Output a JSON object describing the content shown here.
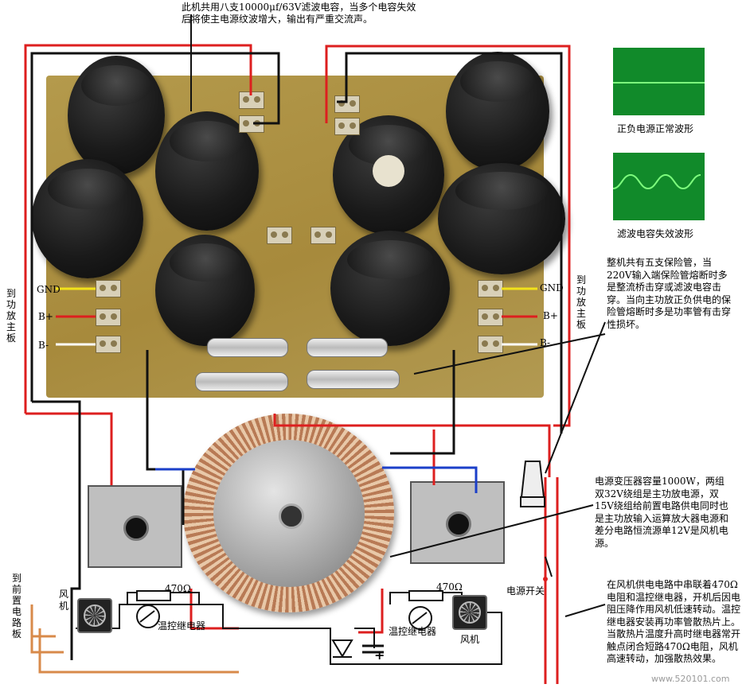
{
  "annotations": {
    "capacitor_note": "此机共用八支10000μf/63V滤波电容，当多个电容失效后将使主电源纹波增大，输出有严重交流声。",
    "normal_waveform": "正负电源正常波形",
    "failed_waveform": "滤波电容失效波形",
    "fuse_note": "整机共有五支保险管，当220V输入端保险管熔断时多是整流桥击穿或滤波电容击穿。当向主功放正负供电的保险管熔断时多是功率管有击穿性损坏。",
    "transformer_note": "电源变压器容量1000W，两组双32V绕组是主功放电源，双15V绕组给前置电路供电同时也是主功放输入运算放大器电源和差分电路恒流源单12V是风机电源。",
    "fan_note": "在风机供电电路中串联着470Ω电阻和温控继电器，开机后因电阻压降作用风机低速转动。温控继电器安装再功率管散热片上。当散热片温度升高时继电器常开触点闭合短路470Ω电阻，风机高速转动，加强散热效果。"
  },
  "labels": {
    "to_amp_left": "到功放主板",
    "to_amp_right": "到功放主板",
    "to_preamp": "到前置电路板",
    "gnd_left": "GND",
    "bplus_left": "B+",
    "bminus_left": "B-",
    "gnd_right": "GND",
    "bplus_right": "B+",
    "bminus_right": "B-",
    "fan_left": "风机",
    "fan_right": "风机",
    "relay_left": "温控继电器",
    "relay_right": "温控继电器",
    "resistor_left": "470Ω",
    "resistor_right": "470Ω",
    "power_switch": "电源开关",
    "plus": "+",
    "watermark": "www.520101.com"
  },
  "colors": {
    "red": "#dd1f1f",
    "black": "#111111",
    "blue": "#1b3fc9",
    "yellow": "#f2e21a",
    "white": "#ffffff",
    "orange": "#d88a4a",
    "scope_green": "#118a2a",
    "trace": "#7dfc7d"
  }
}
